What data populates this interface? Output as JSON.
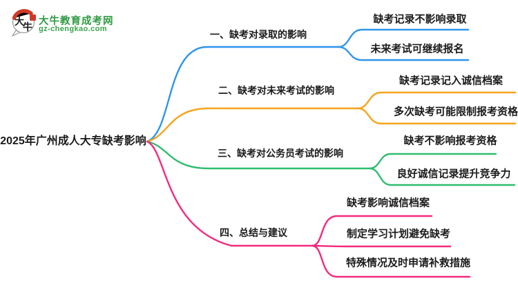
{
  "logo": {
    "site_name": "大牛教育成考网",
    "site_domain": "gz-chengkao.com",
    "mark_char1": "大",
    "mark_char2": "牛",
    "brand_green": "#2f9a43",
    "domain_green": "#3aa34c",
    "seal_red": "#cf3a28",
    "ink_black": "#1a1a1a"
  },
  "mindmap": {
    "root": {
      "label": "2025年广州成人大专缺考影响"
    },
    "branches": [
      {
        "label": "一、缺考对录取的影响",
        "color": "#2e95ee",
        "children": [
          {
            "label": "缺考记录不影响录取"
          },
          {
            "label": "未来考试可继续报名"
          }
        ]
      },
      {
        "label": "二、缺考对未来考试的影响",
        "color": "#f6a41c",
        "children": [
          {
            "label": "缺考记录记入诚信档案"
          },
          {
            "label": "多次缺考可能限制报考资格"
          }
        ]
      },
      {
        "label": "三、缺考对公务员考试的影响",
        "color": "#2ebd6e",
        "children": [
          {
            "label": "缺考不影响报考资格"
          },
          {
            "label": "良好诚信记录提升竞争力"
          }
        ]
      },
      {
        "label": "四、总结与建议",
        "color": "#f42a7d",
        "children": [
          {
            "label": "缺考影响诚信档案"
          },
          {
            "label": "制定学习计划避免缺考"
          },
          {
            "label": "特殊情况及时申请补救措施"
          }
        ]
      }
    ]
  }
}
